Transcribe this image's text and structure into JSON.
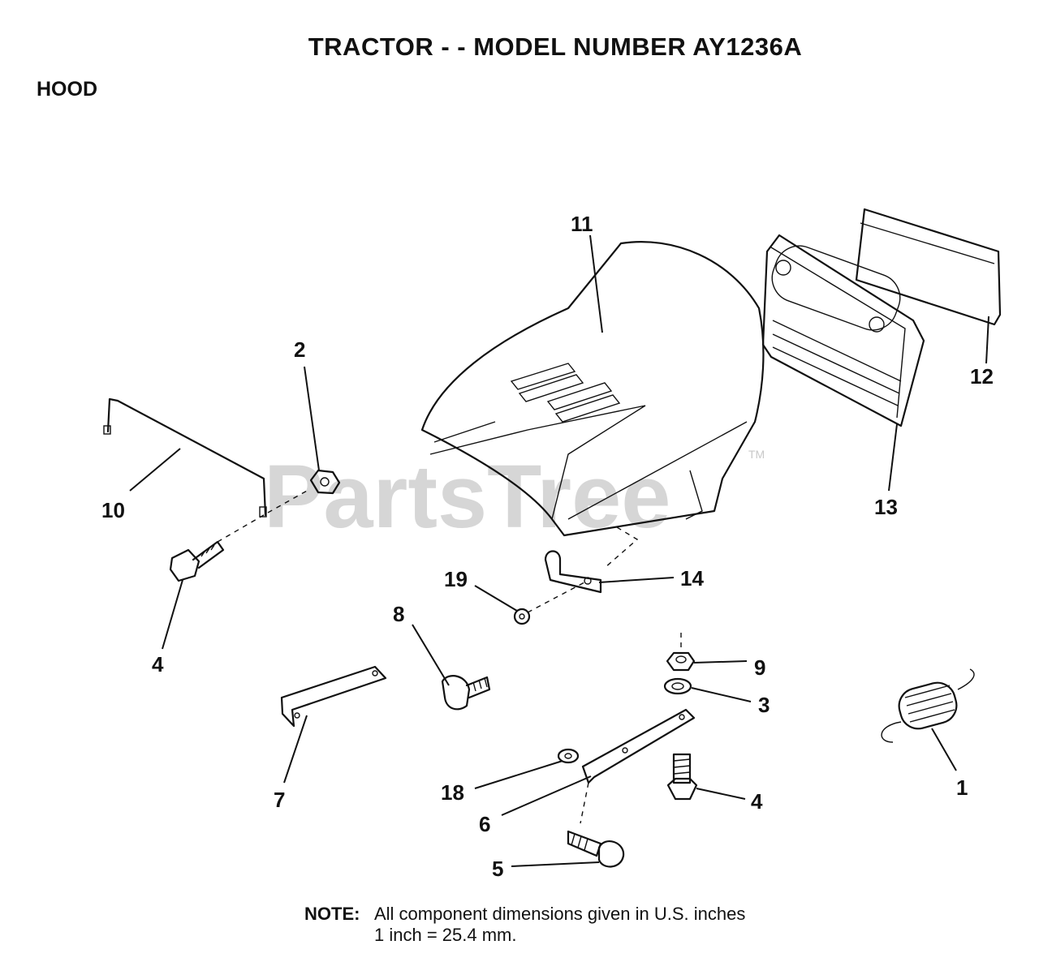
{
  "header": {
    "title": "TRACTOR - - MODEL NUMBER AY1236A",
    "section": "HOOD"
  },
  "watermark": {
    "text": "PartsTree",
    "mark": "TM"
  },
  "callouts": {
    "p1": "1",
    "p2": "2",
    "p3": "3",
    "p4a": "4",
    "p4b": "4",
    "p5": "5",
    "p6": "6",
    "p7": "7",
    "p8": "8",
    "p9": "9",
    "p10": "10",
    "p11": "11",
    "p12": "12",
    "p13": "13",
    "p14": "14",
    "p18": "18",
    "p19": "19"
  },
  "note": {
    "label": "NOTE:",
    "line1": "All component dimensions given in U.S. inches",
    "line2": "1 inch = 25.4 mm."
  }
}
